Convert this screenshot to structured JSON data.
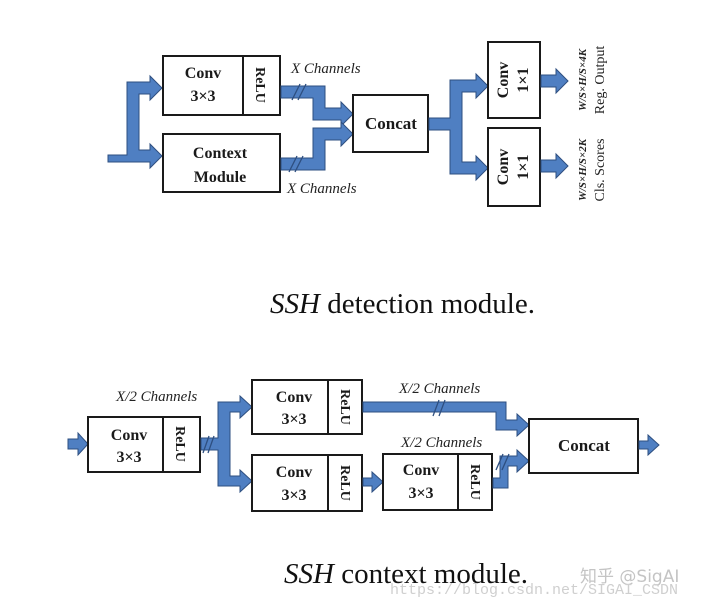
{
  "detection_module": {
    "conv": {
      "line1": "Conv",
      "line2": "3×3",
      "activation": "ReLU"
    },
    "context": {
      "line1": "Context",
      "line2": "Module"
    },
    "channels_top": "X Channels",
    "channels_bottom": "X Channels",
    "concat": "Concat",
    "conv_reg": {
      "line1": "Conv",
      "line2": "1×1"
    },
    "conv_cls": {
      "line1": "Conv",
      "line2": "1×1"
    },
    "reg_output": {
      "shape": "W/S×H/S×4K",
      "label": "Reg. Output"
    },
    "cls_output": {
      "shape": "W/S×H/S×2K",
      "label": "Cls. Scores"
    },
    "caption": {
      "italic": "SSH",
      "text": " detection module."
    }
  },
  "context_module": {
    "conv_in": {
      "line1": "Conv",
      "line2": "3×3",
      "activation": "ReLU"
    },
    "conv_top": {
      "line1": "Conv",
      "line2": "3×3",
      "activation": "ReLU"
    },
    "conv_bottom": {
      "line1": "Conv",
      "line2": "3×3",
      "activation": "ReLU"
    },
    "conv_right": {
      "line1": "Conv",
      "line2": "3×3",
      "activation": "ReLU"
    },
    "channels_in": "X/2 Channels",
    "channels_top": "X/2 Channels",
    "channels_bottom": "X/2 Channels",
    "concat": "Concat",
    "caption": {
      "italic": "SSH",
      "text": " context module."
    }
  },
  "watermark": {
    "zhihu": "知乎 @SigAI",
    "url": "https://blog.csdn.net/SIGAI_CSDN"
  },
  "colors": {
    "arrow": "#4f7fc2",
    "box_stroke": "#1a1a1a"
  }
}
